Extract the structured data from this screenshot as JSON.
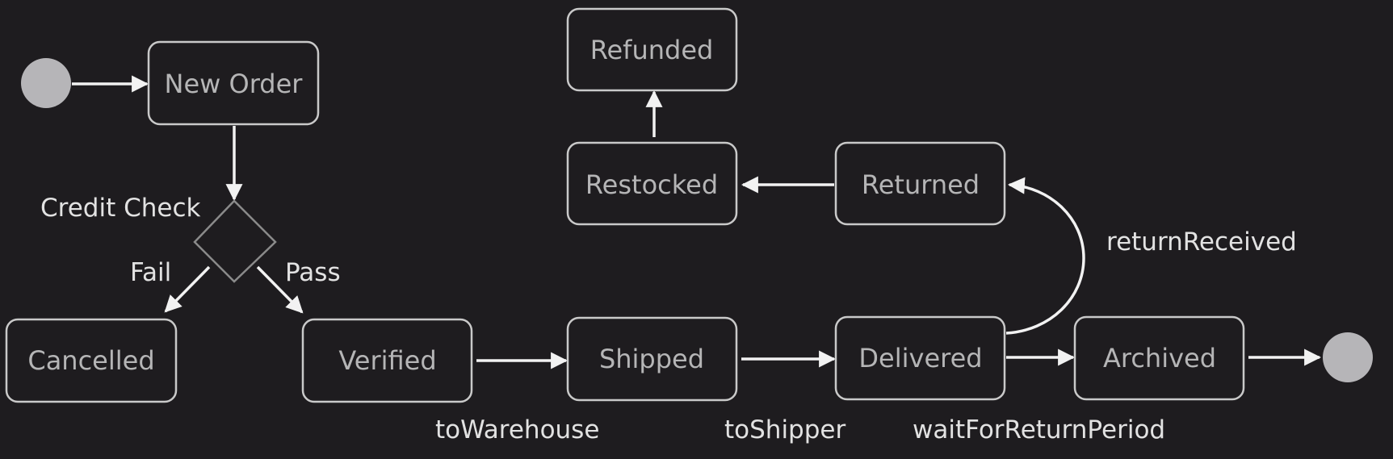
{
  "diagram": {
    "type": "state-machine",
    "colors": {
      "background": "#1e1c1f",
      "state_border": "#c9c9c9",
      "state_text": "#b5b5b6",
      "edge": "#f2f2f2",
      "edge_label": "#e2e2e2",
      "pseudo_state": "#b6b5b8"
    },
    "states": {
      "new_order": "New Order",
      "cancelled": "Cancelled",
      "verified": "Verified",
      "shipped": "Shipped",
      "delivered": "Delivered",
      "archived": "Archived",
      "returned": "Returned",
      "restocked": "Restocked",
      "refunded": "Refunded"
    },
    "choice": {
      "label": "Credit Check",
      "fail_label": "Fail",
      "pass_label": "Pass"
    },
    "transitions": [
      {
        "from": "start",
        "to": "New Order",
        "label": ""
      },
      {
        "from": "New Order",
        "to": "Credit Check",
        "label": ""
      },
      {
        "from": "Credit Check",
        "to": "Cancelled",
        "label": "Fail"
      },
      {
        "from": "Credit Check",
        "to": "Verified",
        "label": "Pass"
      },
      {
        "from": "Verified",
        "to": "Shipped",
        "label": "toWarehouse"
      },
      {
        "from": "Shipped",
        "to": "Delivered",
        "label": "toShipper"
      },
      {
        "from": "Delivered",
        "to": "Archived",
        "label": "waitForReturnPeriod"
      },
      {
        "from": "Delivered",
        "to": "Returned",
        "label": "returnReceived"
      },
      {
        "from": "Returned",
        "to": "Restocked",
        "label": ""
      },
      {
        "from": "Restocked",
        "to": "Refunded",
        "label": ""
      },
      {
        "from": "Archived",
        "to": "end",
        "label": ""
      }
    ],
    "labels": {
      "to_warehouse": "toWarehouse",
      "to_shipper": "toShipper",
      "wait_for_return_period": "waitForReturnPeriod",
      "return_received": "returnReceived"
    }
  }
}
